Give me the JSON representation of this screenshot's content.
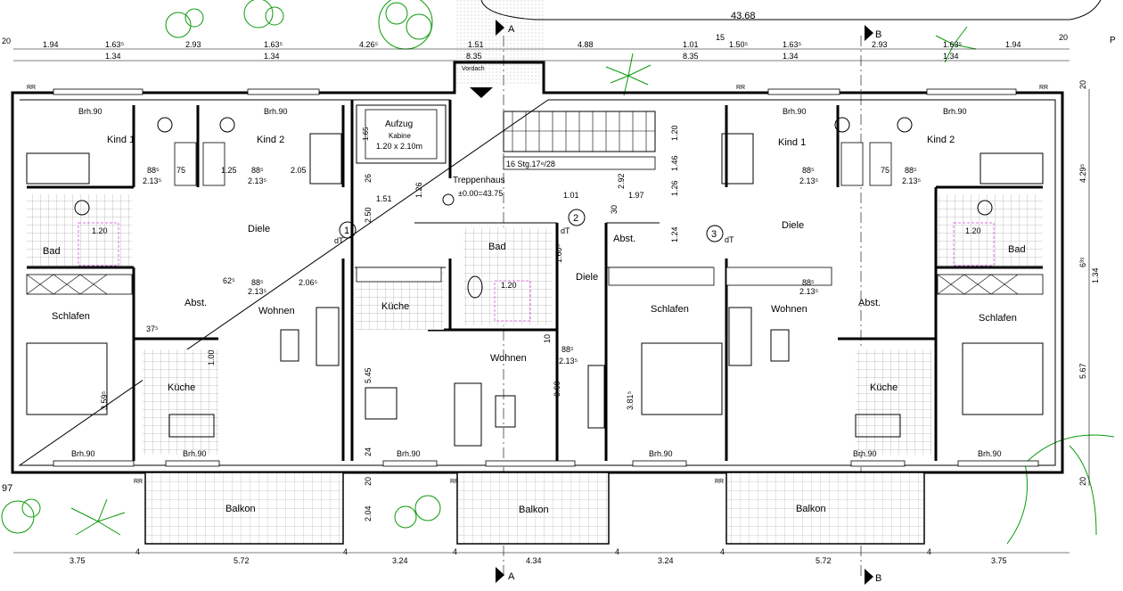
{
  "plan": {
    "top_total": "43.68",
    "stairs_label": "16 Stg.17⁸/28",
    "stairwell": {
      "label": "Treppenhaus",
      "level": "±0.00=43.75"
    },
    "lift": {
      "title": "Aufzug",
      "sub": "Kabine",
      "size": "1.20 x 2.10m",
      "height": "1.65"
    },
    "canopy": "Vordach",
    "apartment_numbers": [
      "1",
      "2",
      "3"
    ],
    "section_marks": [
      "A",
      "B"
    ],
    "edge_mark": "P",
    "left_code": "97",
    "rooms": {
      "kind1": "Kind 1",
      "kind2": "Kind 2",
      "diele": "Diele",
      "bad": "Bad",
      "schlafen": "Schlafen",
      "abst": "Abst.",
      "wohnen": "Wohnen",
      "kueche": "Küche",
      "balkon": "Balkon"
    },
    "annotations": {
      "brh": "Brh.90",
      "door_width": "88⁵",
      "door_height": "2.13⁵",
      "dt": "dT",
      "bad_width": "1.20",
      "rr": "RR",
      "gap": "75"
    },
    "top_dims": [
      "20",
      "1.94",
      "1.63⁵",
      "2.93",
      "1.63⁵",
      "4.26⁵",
      "1.51",
      "4.88",
      "1.01",
      "15",
      "1.50⁵",
      "1.63⁵",
      "2.93",
      "1.63⁵",
      "1.94",
      "20"
    ],
    "top_dims_2": [
      "1.34",
      "1.34",
      "8.35",
      "8.35",
      "1.34",
      "1.34"
    ],
    "bottom_dims": [
      "3.75",
      "4",
      "5.72",
      "4",
      "3.24",
      "4",
      "4.34",
      "4",
      "3.24",
      "4",
      "5.72",
      "4",
      "3.75"
    ],
    "right_dims": [
      "4.29⁵",
      "6³⁵",
      "1.34",
      "5.67",
      "20",
      "20"
    ],
    "misc_dims": [
      "1.26",
      "1.51",
      "2.92",
      "1.97",
      "1.46",
      "1.20",
      "1.24",
      "1.26",
      "2.05",
      "1.25",
      "2.06⁵",
      "62⁵",
      "3.59⁵",
      "3.81⁵",
      "3.60",
      "5.45",
      "2.04",
      "20",
      "24",
      "1.01",
      "30",
      "2.50",
      "26",
      "1.60⁵",
      "1.00",
      "37⁵",
      "10"
    ]
  }
}
